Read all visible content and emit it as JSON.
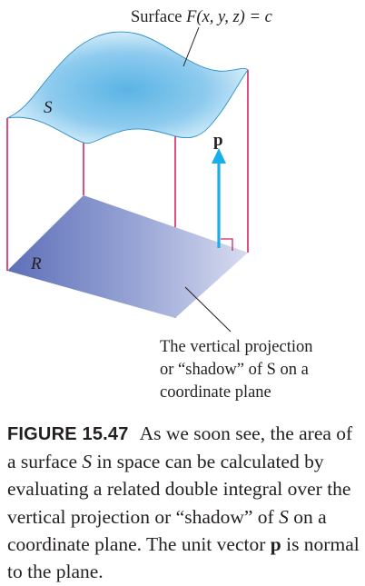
{
  "figure": {
    "surface_label": "Surface ",
    "surface_equation": "F(x, y, z) = c",
    "surface_letter": "S",
    "region_letter": "R",
    "vector_letter": "p",
    "projection_note": [
      "The vertical projection",
      "or “shadow” of S on a",
      "coordinate plane"
    ],
    "colors": {
      "surface": "#5ab4e5",
      "region": "#6f7fc0",
      "edges": "#d6245a",
      "arrow": "#1aaee8"
    }
  },
  "caption": {
    "label": "FIGURE 15.47",
    "text_1": "As we soon see, the area of a surface ",
    "var_s1": "S",
    "text_2": " in space can be calculated by evaluating a related double integral over the vertical projection or “shadow” of ",
    "var_s2": "S",
    "text_3": " on a coordinate plane. The unit vector ",
    "vector_p": "p",
    "text_4": " is normal to the plane."
  }
}
